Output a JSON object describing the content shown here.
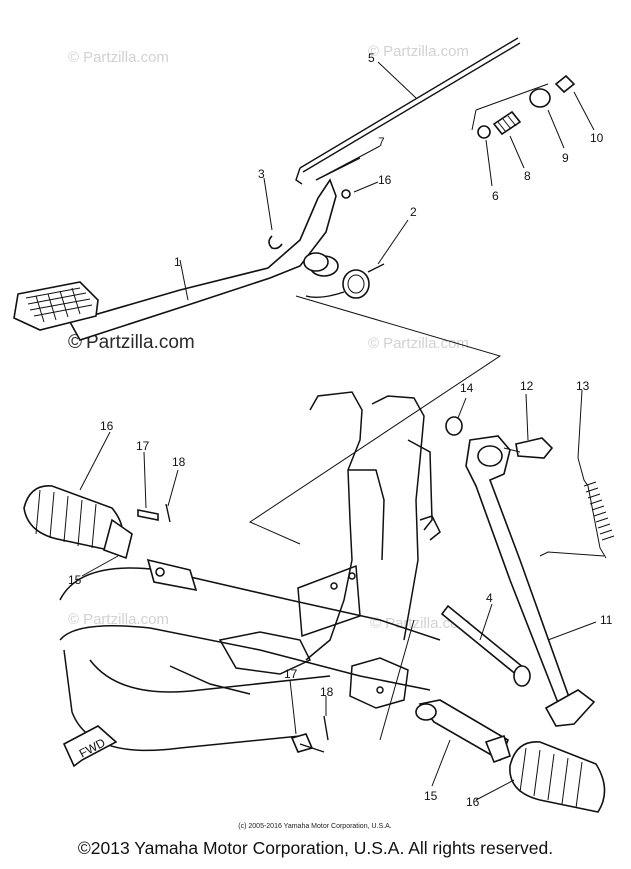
{
  "watermarks": {
    "brand": "Partzilla.com",
    "symbol": "©"
  },
  "callouts": [
    {
      "id": "1",
      "text": "1"
    },
    {
      "id": "2",
      "text": "2"
    },
    {
      "id": "3",
      "text": "3"
    },
    {
      "id": "4",
      "text": "4"
    },
    {
      "id": "5",
      "text": "5"
    },
    {
      "id": "6",
      "text": "6"
    },
    {
      "id": "7",
      "text": "7"
    },
    {
      "id": "8",
      "text": "8"
    },
    {
      "id": "9",
      "text": "9"
    },
    {
      "id": "10",
      "text": "10"
    },
    {
      "id": "11",
      "text": "11"
    },
    {
      "id": "12",
      "text": "12"
    },
    {
      "id": "13",
      "text": "13"
    },
    {
      "id": "14",
      "text": "14"
    },
    {
      "id": "15a",
      "text": "15"
    },
    {
      "id": "15b",
      "text": "15"
    },
    {
      "id": "16a",
      "text": "16"
    },
    {
      "id": "16b",
      "text": "16"
    },
    {
      "id": "16c",
      "text": "16"
    },
    {
      "id": "17a",
      "text": "17"
    },
    {
      "id": "17b",
      "text": "17"
    },
    {
      "id": "18a",
      "text": "18"
    },
    {
      "id": "18b",
      "text": "18"
    }
  ],
  "direction_tag": "FWD",
  "small_copyright": "(c) 2005-2016 Yamaha Motor Corporation, U.S.A.",
  "footer": "©2013 Yamaha Motor Corporation, U.S.A. All rights reserved."
}
